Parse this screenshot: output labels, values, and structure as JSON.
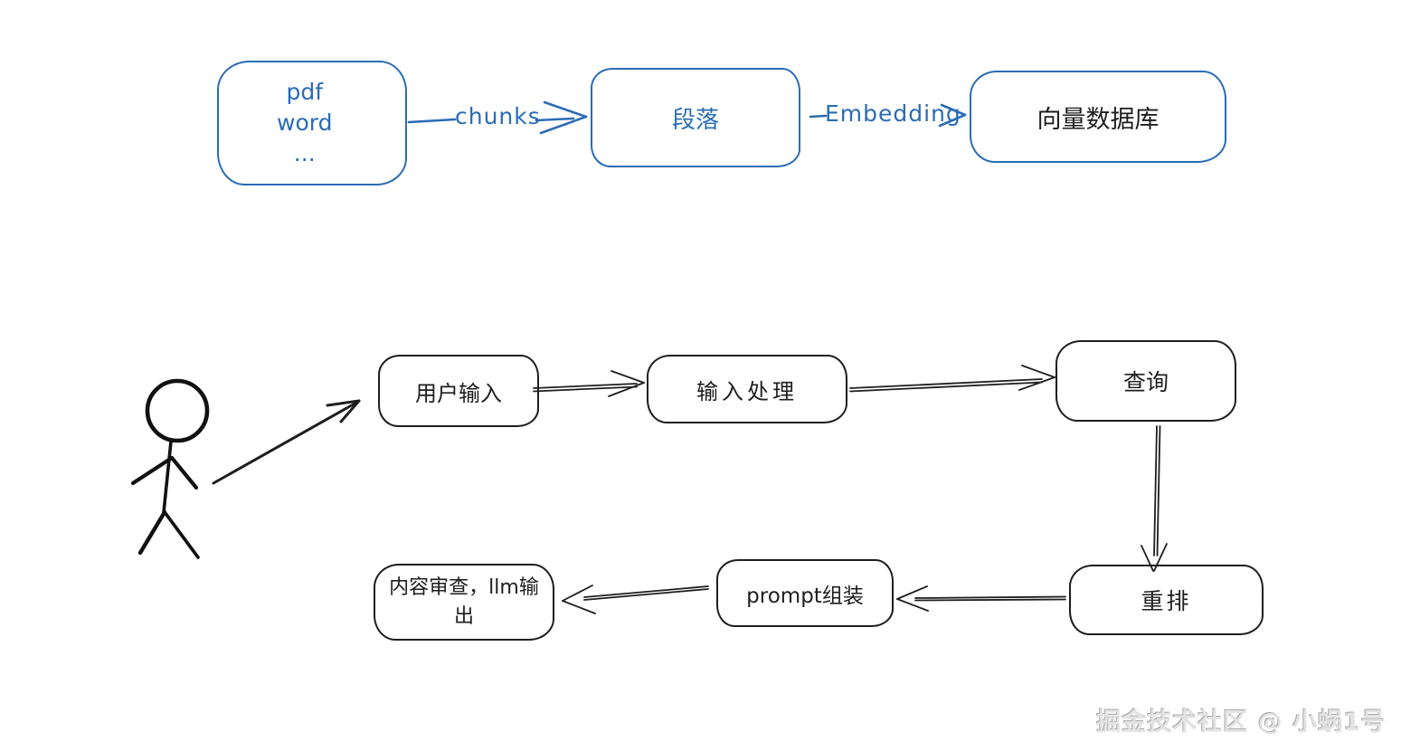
{
  "canvas": {
    "background": "#ffffff"
  },
  "colors": {
    "accent_blue": "#2b6cb5",
    "ink_black": "#1e1e1e",
    "watermark_gray": "#e3e3e3"
  },
  "icons": {
    "user_figure": "stick-figure-icon"
  },
  "ingestion_flow": {
    "documents_box": {
      "label": "pdf\nword\n..."
    },
    "chunks_arrow": {
      "label": "chunks"
    },
    "paragraph_box": {
      "label": "段落"
    },
    "embedding_arrow": {
      "label": "Embedding"
    },
    "vector_db_box": {
      "label": "向量数据库"
    }
  },
  "query_flow": {
    "user_input_box": {
      "label": "用户输入"
    },
    "input_processing_box": {
      "label": "输入处理"
    },
    "query_box": {
      "label": "查询"
    },
    "rerank_box": {
      "label": "重排"
    },
    "prompt_assembly_box": {
      "label": "prompt组装"
    },
    "content_review_box": {
      "label": "内容审查，llm输出"
    }
  },
  "watermark": {
    "text": "掘金技术社区 @ 小蜗1号"
  }
}
